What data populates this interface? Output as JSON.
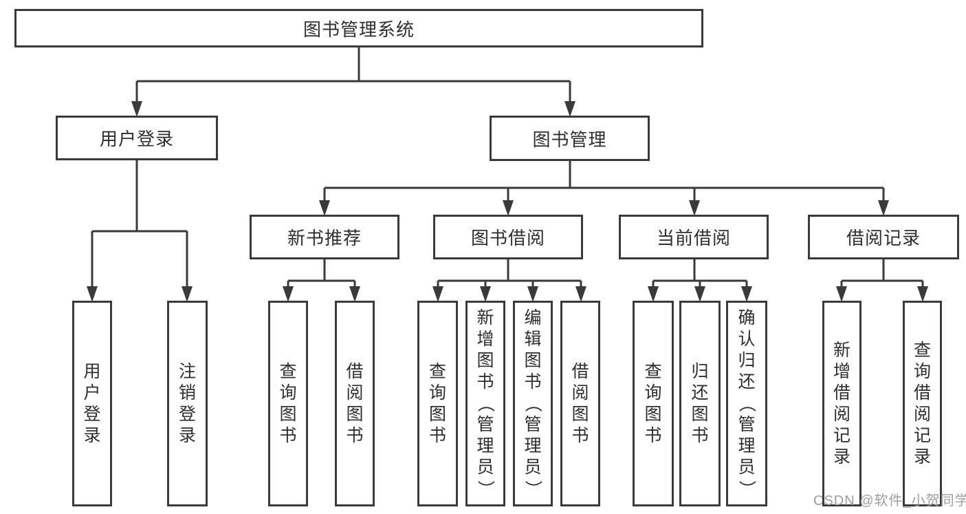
{
  "diagram": {
    "title": "图书管理系统",
    "nodes": [
      {
        "id": "root",
        "label": "图书管理系统",
        "parent": null,
        "orientation": "horizontal"
      },
      {
        "id": "user-login",
        "label": "用户登录",
        "parent": "root",
        "orientation": "horizontal"
      },
      {
        "id": "book-mgmt",
        "label": "图书管理",
        "parent": "root",
        "orientation": "horizontal"
      },
      {
        "id": "new-book-rec",
        "label": "新书推荐",
        "parent": "book-mgmt",
        "orientation": "horizontal"
      },
      {
        "id": "book-borrow",
        "label": "图书借阅",
        "parent": "book-mgmt",
        "orientation": "horizontal"
      },
      {
        "id": "current-borrow",
        "label": "当前借阅",
        "parent": "book-mgmt",
        "orientation": "horizontal"
      },
      {
        "id": "borrow-records",
        "label": "借阅记录",
        "parent": "book-mgmt",
        "orientation": "horizontal"
      },
      {
        "id": "leaf-user-login",
        "label": "用户登录",
        "parent": "user-login",
        "orientation": "vertical"
      },
      {
        "id": "leaf-logout",
        "label": "注销登录",
        "parent": "user-login",
        "orientation": "vertical"
      },
      {
        "id": "leaf-nbr-query",
        "label": "查询图书",
        "parent": "new-book-rec",
        "orientation": "vertical"
      },
      {
        "id": "leaf-nbr-borrow",
        "label": "借阅图书",
        "parent": "new-book-rec",
        "orientation": "vertical"
      },
      {
        "id": "leaf-bb-query",
        "label": "查询图书",
        "parent": "book-borrow",
        "orientation": "vertical"
      },
      {
        "id": "leaf-bb-add",
        "label": "新增图书（管理员）",
        "parent": "book-borrow",
        "orientation": "vertical"
      },
      {
        "id": "leaf-bb-edit",
        "label": "编辑图书（管理员）",
        "parent": "book-borrow",
        "orientation": "vertical"
      },
      {
        "id": "leaf-bb-borrow",
        "label": "借阅图书",
        "parent": "book-borrow",
        "orientation": "vertical"
      },
      {
        "id": "leaf-cb-query",
        "label": "查询图书",
        "parent": "current-borrow",
        "orientation": "vertical"
      },
      {
        "id": "leaf-cb-return",
        "label": "归还图书",
        "parent": "current-borrow",
        "orientation": "vertical"
      },
      {
        "id": "leaf-cb-confirm",
        "label": "确认归还（管理员）",
        "parent": "current-borrow",
        "orientation": "vertical"
      },
      {
        "id": "leaf-br-add",
        "label": "新增借阅记录",
        "parent": "borrow-records",
        "orientation": "vertical"
      },
      {
        "id": "leaf-br-query",
        "label": "查询借阅记录",
        "parent": "borrow-records",
        "orientation": "vertical"
      }
    ]
  },
  "watermark": {
    "text": "CSDN @软件_小贺同学"
  },
  "colors": {
    "line": "#3a3a3a",
    "border": "#3a3a3a",
    "text": "#2e2e2e",
    "background": "#ffffff",
    "watermark": "#9e9e9e"
  }
}
